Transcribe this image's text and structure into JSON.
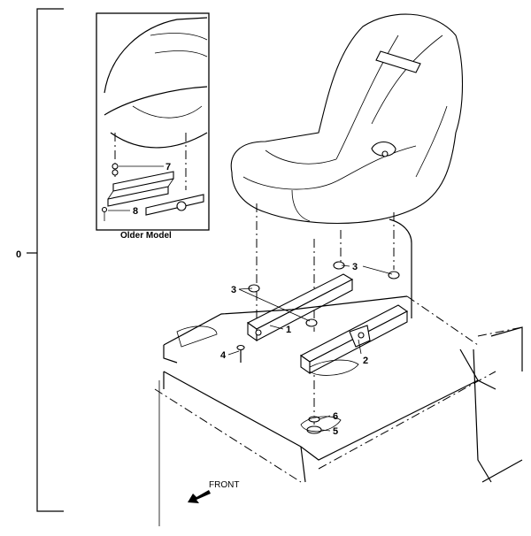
{
  "group_label": "0",
  "inset": {
    "caption": "Older Model",
    "callouts": {
      "item7": "7",
      "item8": "8"
    }
  },
  "callouts": {
    "item1": "1",
    "item2": "2",
    "item3a": "3",
    "item3b": "3",
    "item4": "4",
    "item5": "5",
    "item6": "6"
  },
  "front_label": "FRONT"
}
